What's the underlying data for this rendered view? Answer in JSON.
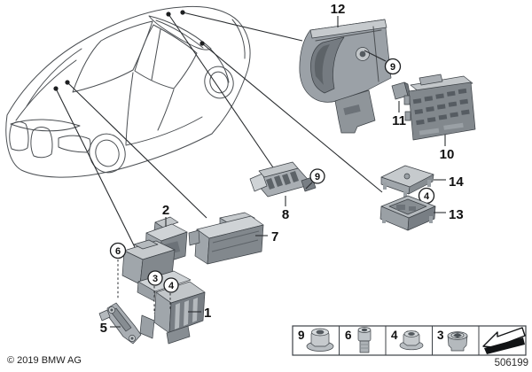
{
  "diagram": {
    "title_visible": false,
    "callouts": {
      "1": "1",
      "2": "2",
      "3": "3",
      "4": "4",
      "5": "5",
      "6": "6",
      "7": "7",
      "8": "8",
      "9": "9",
      "10": "10",
      "11": "11",
      "12": "12",
      "13": "13",
      "14": "14"
    },
    "vehicle": "bmw-coupe-front-left-top-view-line-art"
  },
  "legend": {
    "items": [
      {
        "label": "9",
        "icon": "flange-nut"
      },
      {
        "label": "6",
        "icon": "socket-head-bolt"
      },
      {
        "label": "4",
        "icon": "hex-flange-nut"
      },
      {
        "label": "3",
        "icon": "torx-plug"
      },
      {
        "icon": "direction-of-travel-arrow"
      }
    ]
  },
  "footer": {
    "copyright": "© 2019 BMW AG",
    "doc_number": "506199"
  },
  "colors": {
    "background": "#ffffff",
    "line": "#2a2d30",
    "part_light": "#cfd3d6",
    "part_mid": "#a9aeb3",
    "part_dark": "#82888d",
    "part_deep": "#5d6368"
  }
}
